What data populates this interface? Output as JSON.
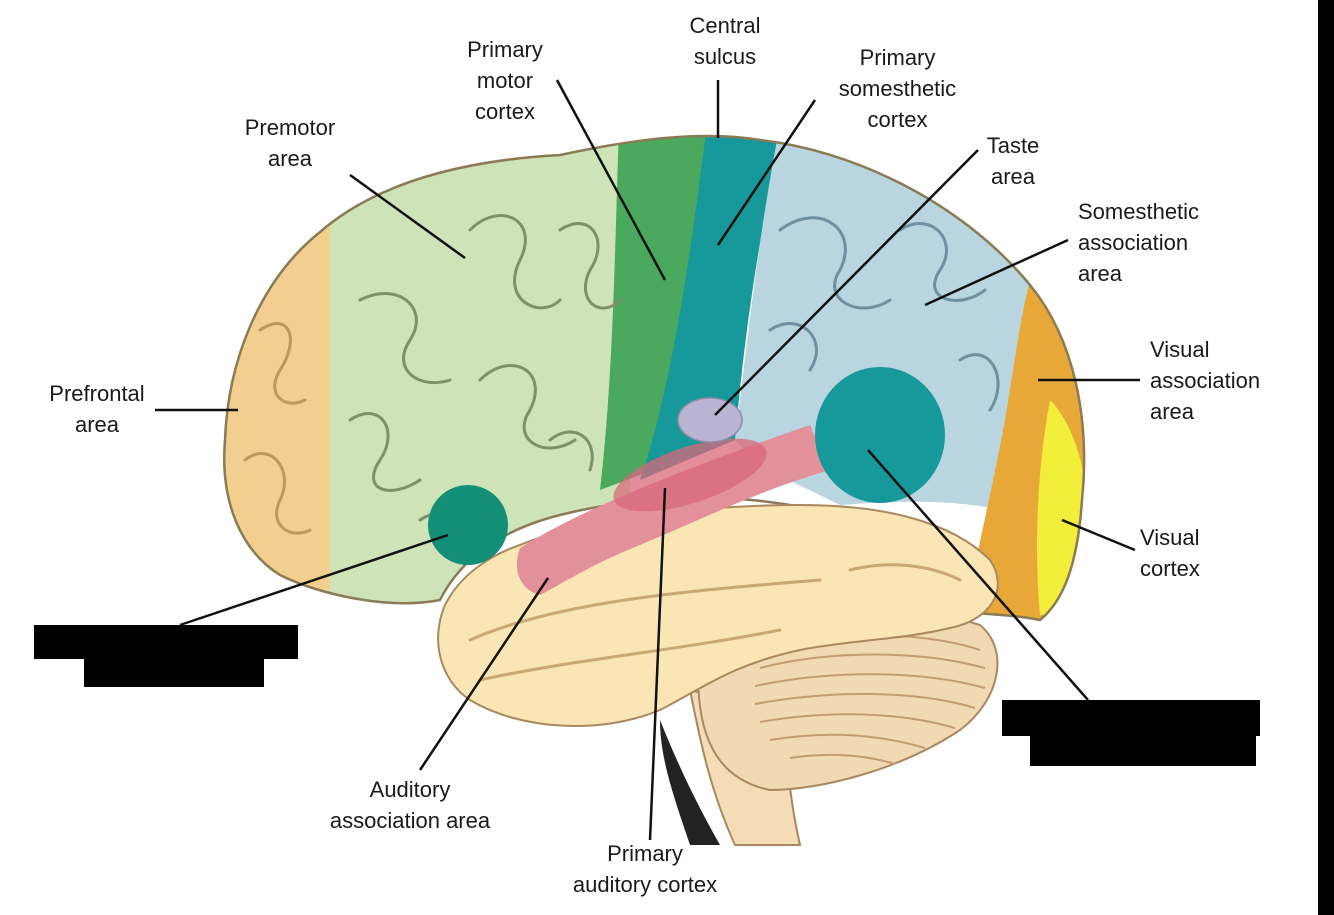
{
  "diagram": {
    "labels": {
      "central_sulcus": "Central\nsulcus",
      "primary_motor_cortex": "Primary\nmotor\ncortex",
      "primary_somesthetic_cortex": "Primary\nsomesthetic\ncortex",
      "premotor_area": "Premotor\narea",
      "taste_area": "Taste\narea",
      "somesthetic_association_area": "Somesthetic\nassociation\narea",
      "prefrontal_area": "Prefrontal\narea",
      "visual_association_area": "Visual\nassociation\narea",
      "visual_cortex": "Visual\ncortex",
      "auditory_association_area": "Auditory\nassociation area",
      "primary_auditory_cortex": "Primary\nauditory cortex"
    },
    "region_colors": {
      "prefrontal": "#f2cf8e",
      "premotor": "#cfe3b8",
      "primary_motor": "#4aa95f",
      "primary_somesthetic": "#17999b",
      "somesthetic_association": "#b9d5df",
      "visual_association": "#e8a838",
      "visual_cortex": "#f2ee3a",
      "temporal": "#fae6b5",
      "auditory": "#e2909a",
      "cerebellum": "#f1d9b4",
      "speech_area": "#138f77"
    },
    "redacted_labels_count": 2
  }
}
